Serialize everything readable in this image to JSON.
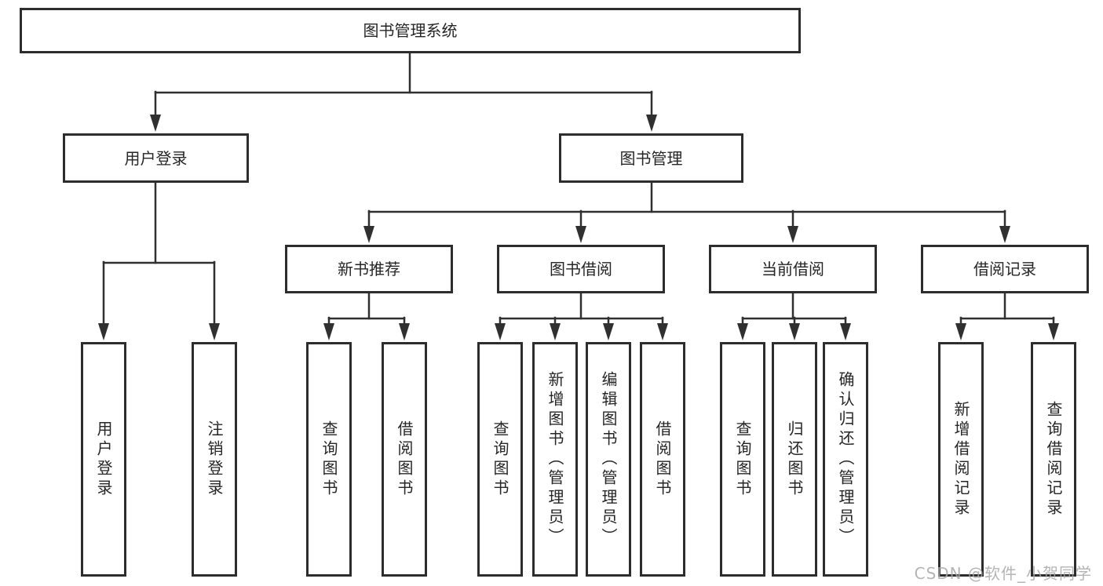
{
  "colors": {
    "background": "#ffffff",
    "line": "#303030",
    "box_border": "#2d2d2d",
    "box_fill": "#ffffff",
    "text": "#262626",
    "watermark": "#a8a8a8"
  },
  "watermark": {
    "text": "CSDN @软件_小贺同学"
  },
  "tree": {
    "root": {
      "label": "图书管理系统"
    },
    "branches": [
      {
        "label": "用户登录",
        "children": [
          {
            "label": "用户登录"
          },
          {
            "label": "注销登录"
          }
        ]
      },
      {
        "label": "图书管理",
        "children": [
          {
            "label": "新书推荐",
            "children": [
              {
                "label": "查询图书"
              },
              {
                "label": "借阅图书"
              }
            ]
          },
          {
            "label": "图书借阅",
            "children": [
              {
                "label": "查询图书"
              },
              {
                "label": "新增图书（管理员）"
              },
              {
                "label": "编辑图书（管理员）"
              },
              {
                "label": "借阅图书"
              }
            ]
          },
          {
            "label": "当前借阅",
            "children": [
              {
                "label": "查询图书"
              },
              {
                "label": "归还图书"
              },
              {
                "label": "确认归还（管理员）"
              }
            ]
          },
          {
            "label": "借阅记录",
            "children": [
              {
                "label": "新增借阅记录"
              },
              {
                "label": "查询借阅记录"
              }
            ]
          }
        ]
      }
    ]
  }
}
